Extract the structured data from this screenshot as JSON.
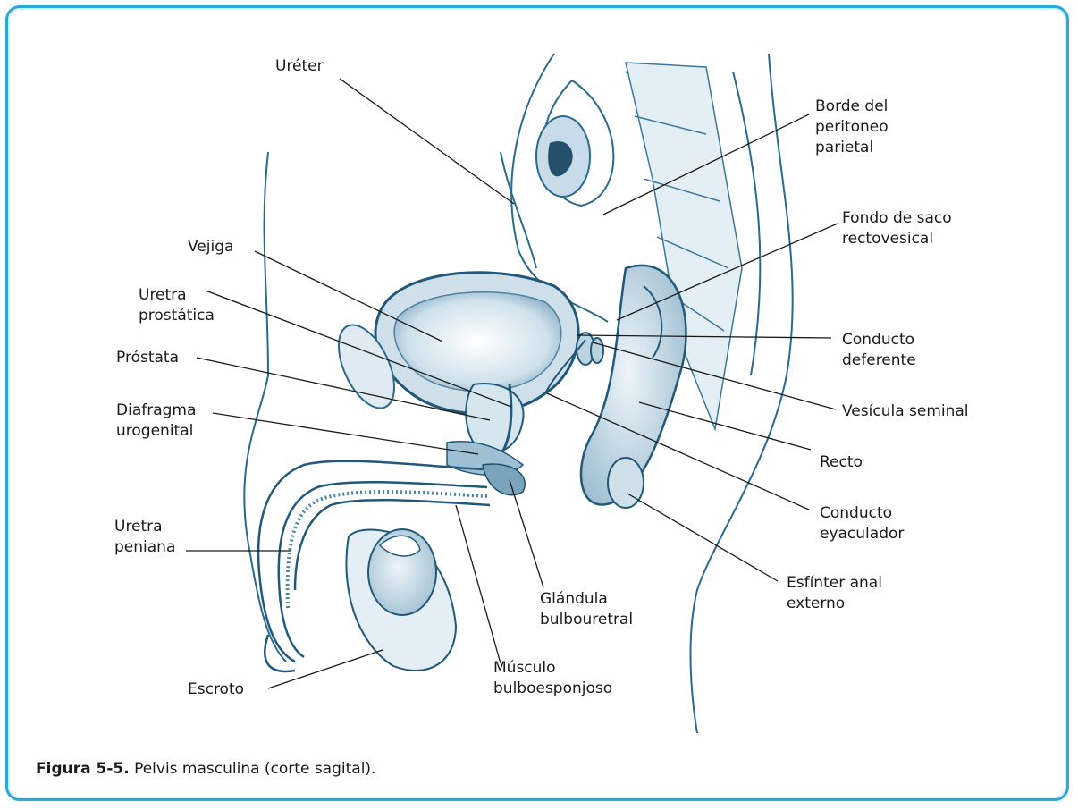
{
  "labels": {
    "ureter": "Uréter",
    "borde_1": "Borde del",
    "borde_2": "peritoneo",
    "borde_3": "parietal",
    "fondo_1": "Fondo de saco",
    "fondo_2": "rectovesical",
    "vejiga": "Vejiga",
    "uretra_prost_1": "Uretra",
    "uretra_prost_2": "prostática",
    "prostata": "Próstata",
    "diafragma_1": "Diafragma",
    "diafragma_2": "urogenital",
    "conducto_def_1": "Conducto",
    "conducto_def_2": "deferente",
    "vesicula": "Vesícula seminal",
    "recto": "Recto",
    "conducto_eya_1": "Conducto",
    "conducto_eya_2": "eyaculador",
    "uretra_pen_1": "Uretra",
    "uretra_pen_2": "peniana",
    "esfinter_1": "Esfínter anal",
    "esfinter_2": "externo",
    "glandula_1": "Glándula",
    "glandula_2": "bulbouretral",
    "musculo_1": "Músculo",
    "musculo_2": "bulboesponjoso",
    "escroto": "Escroto"
  },
  "caption": {
    "number": "Figura 5-5.",
    "text": "Pelvis masculina (corte sagital)."
  },
  "colors": {
    "frame": "#29a9d9",
    "tissue_dark": "#1f5878",
    "tissue_light": "#dbe9f1"
  }
}
